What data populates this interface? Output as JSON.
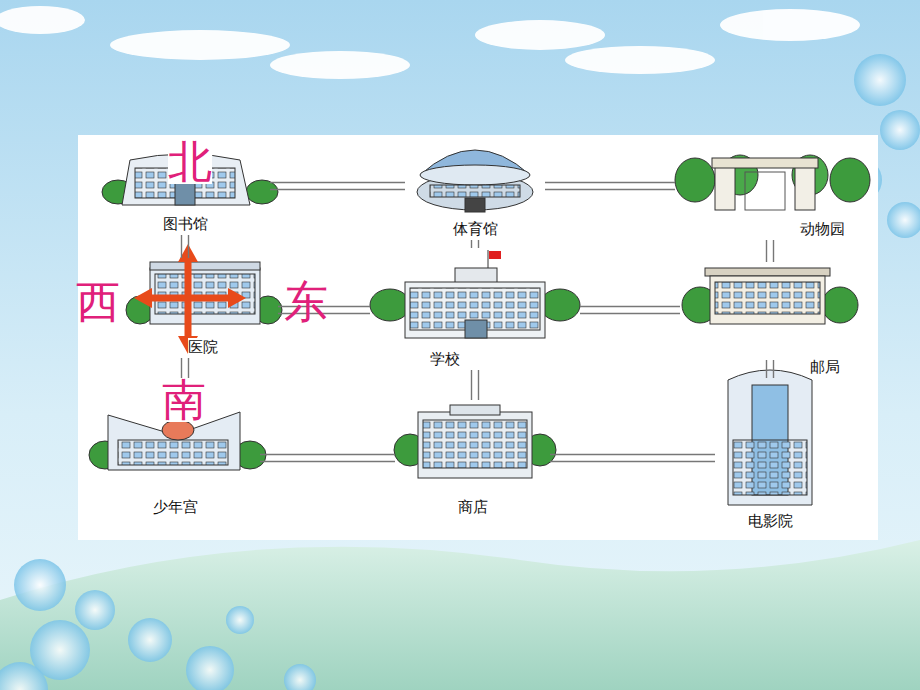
{
  "diagram": {
    "nodes": [
      {
        "text": [
          "图书馆"
        ]
      },
      {
        "text": [
          "体育馆"
        ]
      },
      {
        "text": [
          "动物园"
        ]
      },
      {
        "text": [
          "医院"
        ]
      },
      {
        "text": [
          "学校"
        ]
      },
      {
        "text": [
          "邮局"
        ]
      },
      {
        "text": [
          "少年宫"
        ]
      },
      {
        "text": [
          "商店"
        ]
      },
      {
        "text": [
          "电影院"
        ]
      }
    ],
    "edges": [
      {
        "from": 0,
        "to": 1,
        "arrow": "none"
      },
      {
        "from": 1,
        "to": 2,
        "arrow": "none"
      },
      {
        "from": 3,
        "to": 4,
        "arrow": "none"
      },
      {
        "from": 4,
        "to": 5,
        "arrow": "none"
      },
      {
        "from": 6,
        "to": 7,
        "arrow": "none"
      },
      {
        "from": 7,
        "to": 8,
        "arrow": "none"
      },
      {
        "from": 0,
        "to": 3,
        "arrow": "none"
      },
      {
        "from": 1,
        "to": 4,
        "arrow": "none"
      },
      {
        "from": 2,
        "to": 5,
        "arrow": "none"
      },
      {
        "from": 3,
        "to": 6,
        "arrow": "none"
      },
      {
        "from": 4,
        "to": 7,
        "arrow": "none"
      },
      {
        "from": 5,
        "to": 8,
        "arrow": "none"
      }
    ],
    "labels": [
      "北",
      "西",
      "东",
      "南"
    ]
  }
}
